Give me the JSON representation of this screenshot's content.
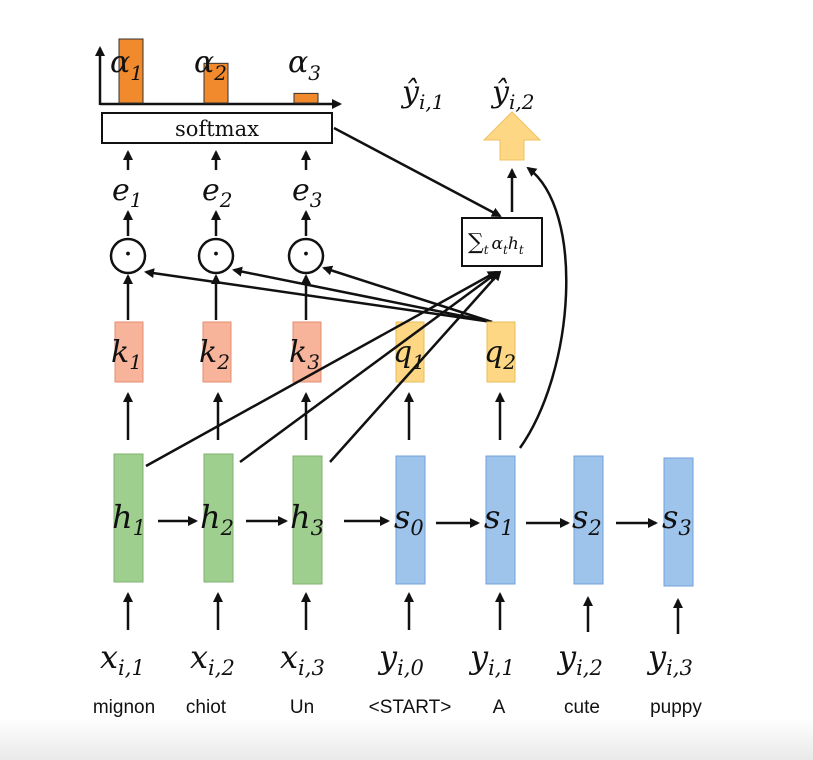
{
  "attention": {
    "alpha_labels": [
      {
        "base": "α",
        "sub": "1"
      },
      {
        "base": "α",
        "sub": "2"
      },
      {
        "base": "α",
        "sub": "3"
      }
    ],
    "alpha_values": [
      1.0,
      0.62,
      0.15
    ],
    "softmax_label": "softmax",
    "energy_labels": [
      {
        "base": "e",
        "sub": "1"
      },
      {
        "base": "e",
        "sub": "2"
      },
      {
        "base": "e",
        "sub": "3"
      }
    ],
    "dot_symbol": "·",
    "sum_label": {
      "sigma": "∑",
      "sub": "t",
      "body": "α",
      "body_sub": "t",
      "tail": "h",
      "tail_sub": "t"
    }
  },
  "outputs": [
    {
      "base": "ŷ",
      "sub": "i,1"
    },
    {
      "base": "ŷ",
      "sub": "i,2"
    }
  ],
  "keys": [
    {
      "base": "k",
      "sub": "1"
    },
    {
      "base": "k",
      "sub": "2"
    },
    {
      "base": "k",
      "sub": "3"
    }
  ],
  "queries": [
    {
      "base": "q",
      "sub": "1"
    },
    {
      "base": "q",
      "sub": "2"
    }
  ],
  "encoder": [
    {
      "base": "h",
      "sub": "1"
    },
    {
      "base": "h",
      "sub": "2"
    },
    {
      "base": "h",
      "sub": "3"
    }
  ],
  "decoder": [
    {
      "base": "s",
      "sub": "0"
    },
    {
      "base": "s",
      "sub": "1"
    },
    {
      "base": "s",
      "sub": "2"
    },
    {
      "base": "s",
      "sub": "3"
    }
  ],
  "inputs": [
    {
      "base": "x",
      "sub": "i,1",
      "word": "mignon"
    },
    {
      "base": "x",
      "sub": "i,2",
      "word": "chiot"
    },
    {
      "base": "x",
      "sub": "i,3",
      "word": "Un"
    },
    {
      "base": "y",
      "sub": "i,0",
      "word": "<START>"
    },
    {
      "base": "y",
      "sub": "i,1",
      "word": "A"
    },
    {
      "base": "y",
      "sub": "i,2",
      "word": "cute"
    },
    {
      "base": "y",
      "sub": "i,3",
      "word": "puppy"
    }
  ],
  "colors": {
    "alpha_bar": "#f08a2c",
    "key_fill": "#f7b49a",
    "query_fill": "#fdd783",
    "encoder_fill": "#9fcf8f",
    "decoder_fill": "#9fc4ec",
    "output_arrow": "#fdd783"
  }
}
